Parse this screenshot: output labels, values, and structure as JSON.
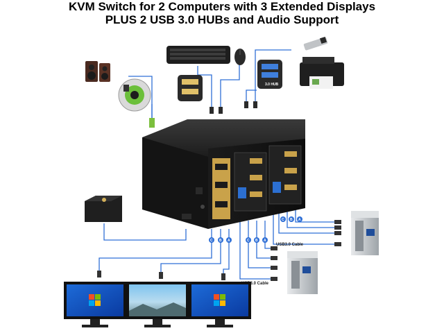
{
  "title_line1": "KVM Switch for 2 Computers with 3 Extended Displays",
  "title_line2": "PLUS 2 USB 3.0 HUBs and Audio Support",
  "cable_label_1": "USB3.0 Cable",
  "cable_label_2": "USB3.0 Cable",
  "usb_badge": "3.0 HUB",
  "connector_letters_pc1": [
    "C",
    "B",
    "A"
  ],
  "connector_letters_pc2": [
    "C",
    "B",
    "A"
  ],
  "connector_letters_monitors": [
    "C",
    "B",
    "A"
  ],
  "colors": {
    "wire": "#2f6fd6",
    "switch_body": "#1e1e1e",
    "gold_panel": "#c9a24a",
    "usb_blue": "#2c6fd1"
  },
  "icons": [
    "speaker-icon",
    "headphone-jack-icon",
    "keyboard-icon",
    "mouse-icon",
    "usb-hub-icon",
    "usb-drive-icon",
    "printer-icon",
    "remote-button-icon",
    "computer-tower-icon",
    "monitor-icon"
  ]
}
